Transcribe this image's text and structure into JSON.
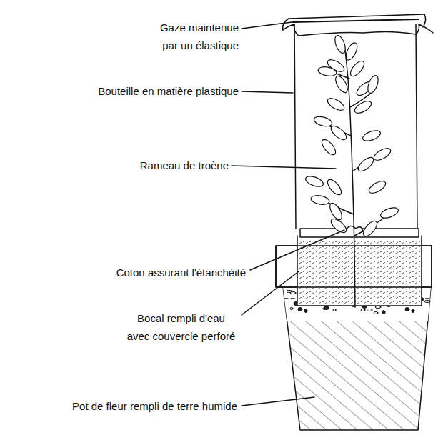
{
  "diagram": {
    "labels": [
      "Gaze maintenue par un élastique",
      "Bouteille en matière plastique",
      "Rameau de troène",
      "Coton assurant l'étanchéité",
      "Bocal rempli d'eau avec couvercle perforé",
      "Pot de fleur rempli de terre humide"
    ]
  }
}
